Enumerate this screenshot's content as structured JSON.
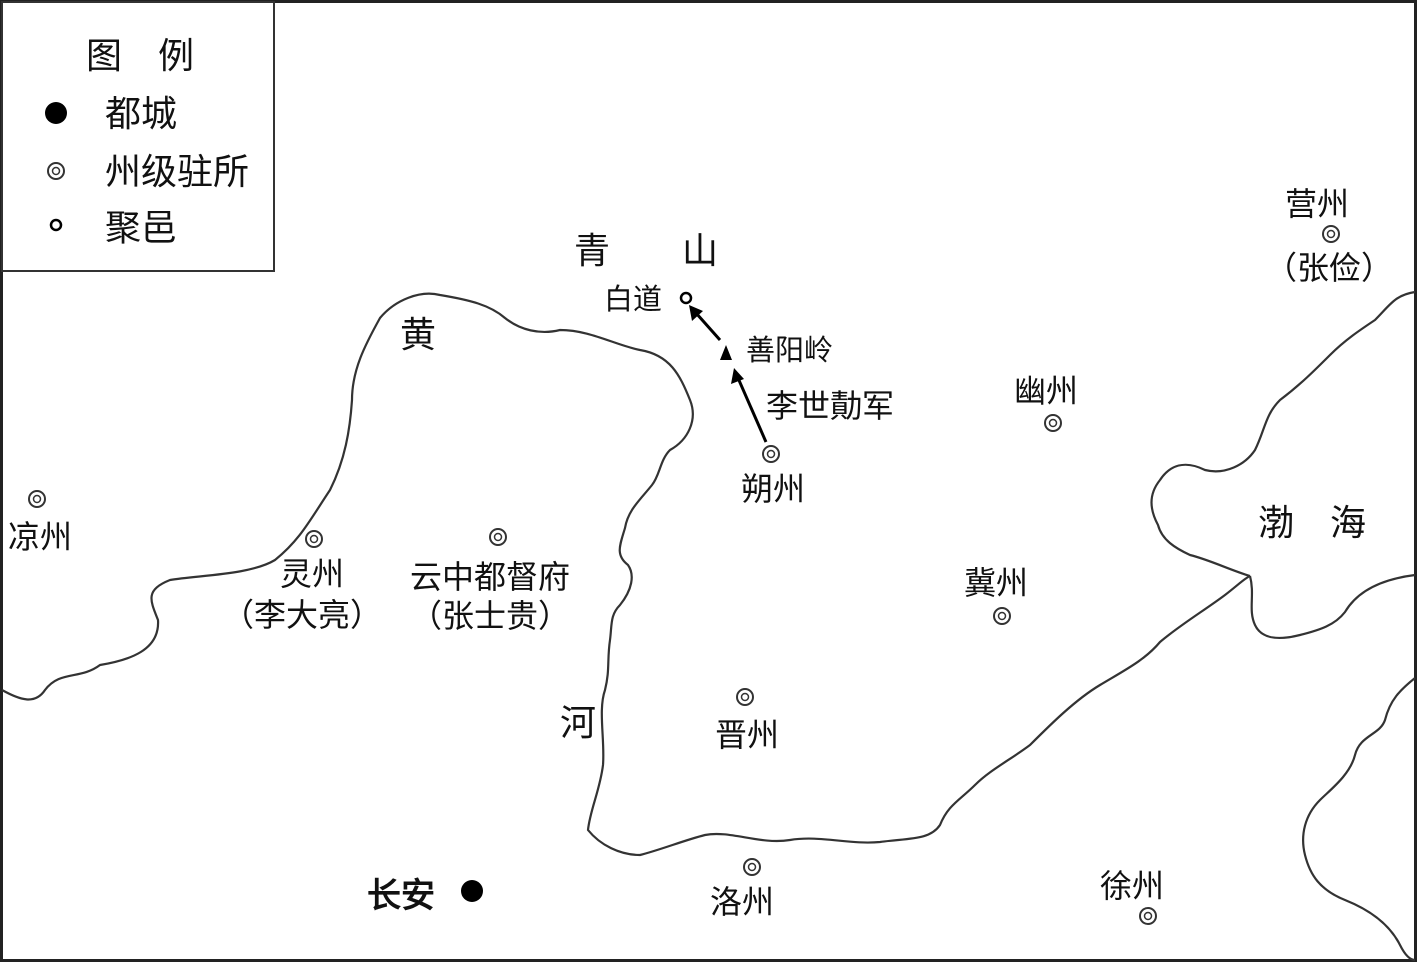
{
  "legend": {
    "title": "图　例",
    "items": [
      {
        "icon": "capital-dot-icon",
        "label": "都城"
      },
      {
        "icon": "prefecture-seat-icon",
        "label": "州级驻所"
      },
      {
        "icon": "settlement-icon",
        "label": "聚邑"
      }
    ]
  },
  "regions": {
    "qingshan": "青　　山",
    "huang": "黄",
    "he": "河",
    "bohai": "渤　海"
  },
  "places": {
    "baidao": "白道",
    "shanyangling": "善阳岭",
    "lishiji_army": "李世勣军",
    "shuozhou": "朔州",
    "youzhou": "幽州",
    "yingzhou": "营州",
    "yingzhou_commander": "（张俭）",
    "liangzhou": "凉州",
    "lingzhou": "灵州",
    "lingzhou_commander": "（李大亮）",
    "yunzhong": "云中都督府",
    "yunzhong_commander": "（张士贵）",
    "jizhou": "冀州",
    "jinzhou": "晋州",
    "changan": "长安",
    "luozhou": "洛州",
    "xuzhou": "徐州"
  },
  "colors": {
    "line": "#333333",
    "text": "#111111",
    "background": "#ffffff"
  }
}
